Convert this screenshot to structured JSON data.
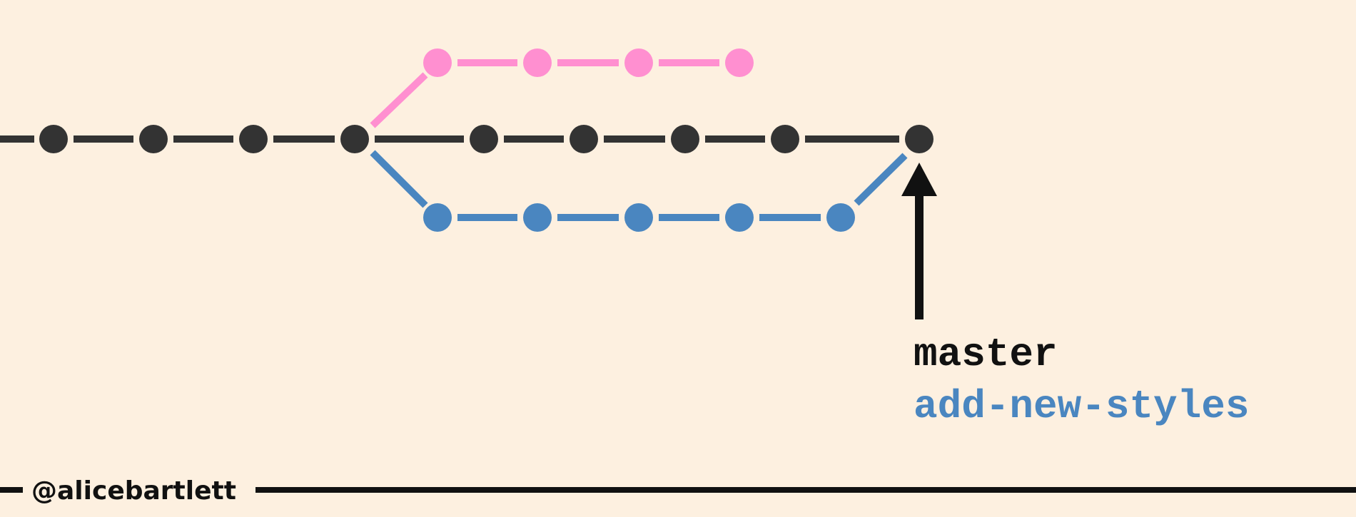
{
  "colors": {
    "background": "#fdf0e0",
    "master": "#333333",
    "feature_pink": "#ff8fd0",
    "add_new_styles": "#4a86c0",
    "arrow": "#111111",
    "footer": "#111111"
  },
  "diagram": {
    "branches": [
      {
        "id": "master",
        "color_key": "master",
        "commits": 9,
        "has_tip_commit": true
      },
      {
        "id": "pink-branch",
        "color_key": "feature_pink",
        "commits": 4,
        "from_commit": 4
      },
      {
        "id": "add-new-styles",
        "color_key": "add_new_styles",
        "commits": 5,
        "from_commit": 4,
        "merges_into_tip": true
      }
    ],
    "arrow_target": "master-tip"
  },
  "labels": {
    "master": "master",
    "add_new_styles": "add-new-styles"
  },
  "footer": {
    "handle": "@alicebartlett"
  }
}
